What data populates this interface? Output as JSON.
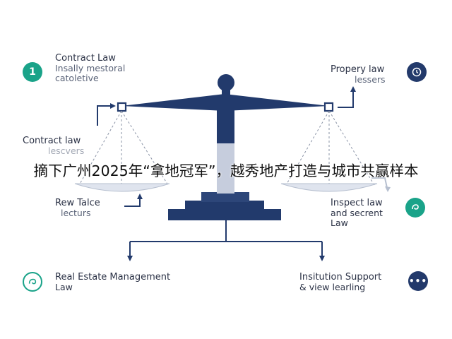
{
  "headline": "摘下广州2025年“拿地冠军”，越秀地产打造与城市共赢样本",
  "nodes": {
    "top_left": {
      "badge": "1",
      "title": "Contract Law",
      "sub1": "Insally mestoral",
      "sub2": "catoletive"
    },
    "top_right": {
      "title": "Propery law",
      "sub1": "lessers"
    },
    "mid_left": {
      "title": "Contract law",
      "sub1": "lescvers"
    },
    "lower_left": {
      "title": "Rew Talce",
      "sub1": "lecturs"
    },
    "lower_right": {
      "title": "Inspect law",
      "sub1": "and secrent",
      "sub2": "Law"
    },
    "bottom_left": {
      "title": "Real Estate Management",
      "sub1": "Law"
    },
    "bottom_right": {
      "title": "Insitution Support",
      "sub1": "& view learling",
      "badge": "•••"
    }
  },
  "colors": {
    "navy": "#223a6c",
    "teal": "#1aa389",
    "pan": "#dfe4ee",
    "text": "#2b3246"
  },
  "icons": [
    "clock-icon",
    "swirl-icon",
    "swirl-icon",
    "ellipsis-icon"
  ]
}
